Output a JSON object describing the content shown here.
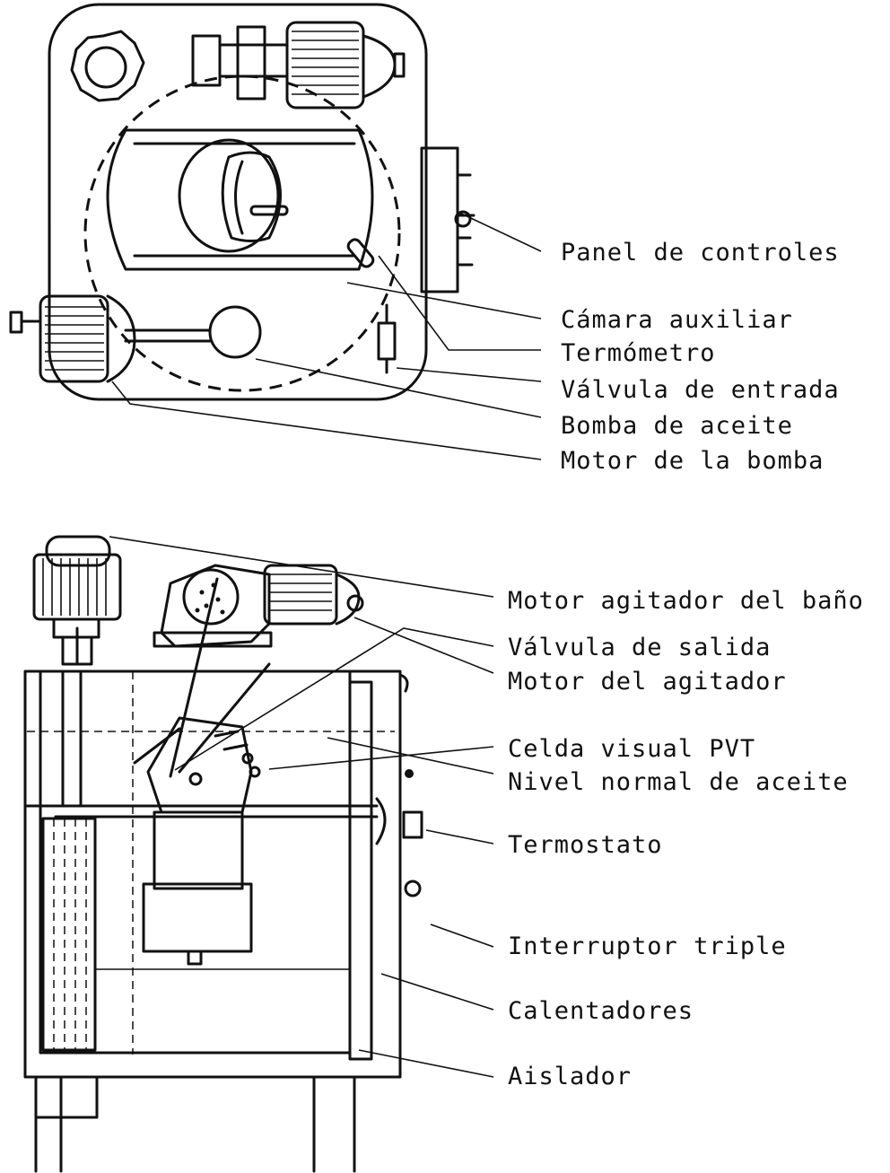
{
  "top_view": {
    "labels": [
      {
        "id": "panel",
        "text": "Panel de controles"
      },
      {
        "id": "camara",
        "text": "Cámara auxiliar"
      },
      {
        "id": "termometro",
        "text": "Termómetro"
      },
      {
        "id": "valvula_entrada",
        "text": "Válvula de entrada"
      },
      {
        "id": "bomba",
        "text": "Bomba de aceite"
      },
      {
        "id": "motor_bomba",
        "text": "Motor de la bomba"
      }
    ]
  },
  "side_view": {
    "labels": [
      {
        "id": "motor_agitador_bano",
        "text": "Motor agitador del baño"
      },
      {
        "id": "valvula_salida",
        "text": "Válvula de salida"
      },
      {
        "id": "motor_agitador",
        "text": "Motor del agitador"
      },
      {
        "id": "celda",
        "text": "Celda visual PVT"
      },
      {
        "id": "nivel",
        "text": "Nivel normal de aceite"
      },
      {
        "id": "termostato",
        "text": "Termostato"
      },
      {
        "id": "interruptor",
        "text": "Interruptor triple"
      },
      {
        "id": "calentadores",
        "text": "Calentadores"
      },
      {
        "id": "aislador",
        "text": "Aislador"
      }
    ]
  }
}
